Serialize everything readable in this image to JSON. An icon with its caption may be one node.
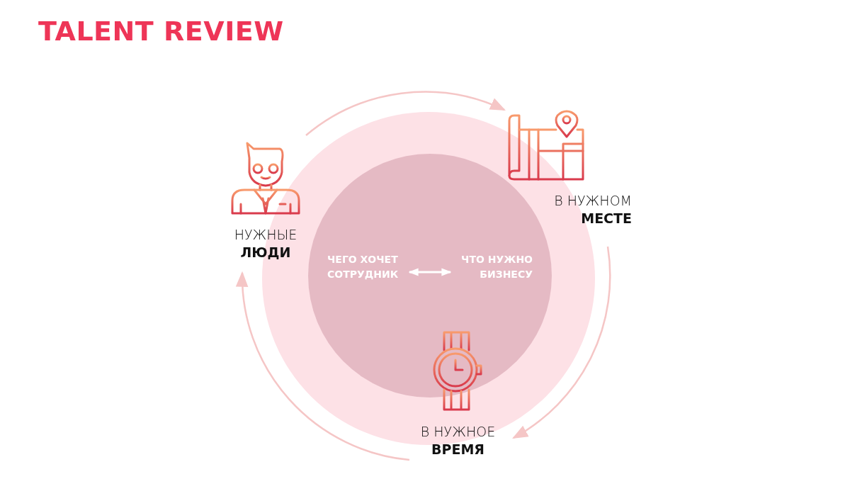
{
  "diagram": {
    "title": "TALENT REVIEW",
    "nodes": [
      {
        "text": [
          "НУЖНЫЕ",
          "ЛЮДИ"
        ]
      },
      {
        "text": [
          "В НУЖНОМ",
          "МЕСТЕ"
        ]
      },
      {
        "text": [
          "В НУЖНОЕ",
          "ВРЕМЯ"
        ]
      },
      {
        "text": [
          "ЧЕГО ХОЧЕТ СОТРУДНИК"
        ]
      },
      {
        "text": [
          "ЧТО НУЖНО БИЗНЕСУ"
        ]
      }
    ],
    "edges": [
      {
        "from": 0,
        "to": 1,
        "arrow": "to",
        "color": "#f5c6c6"
      },
      {
        "from": 1,
        "to": 2,
        "arrow": "to",
        "color": "#f5c6c6"
      },
      {
        "from": 2,
        "to": 0,
        "arrow": "to",
        "color": "#f5c6c6"
      },
      {
        "from": 3,
        "to": 4,
        "arrow": "both",
        "color": "#ffffff"
      }
    ]
  }
}
